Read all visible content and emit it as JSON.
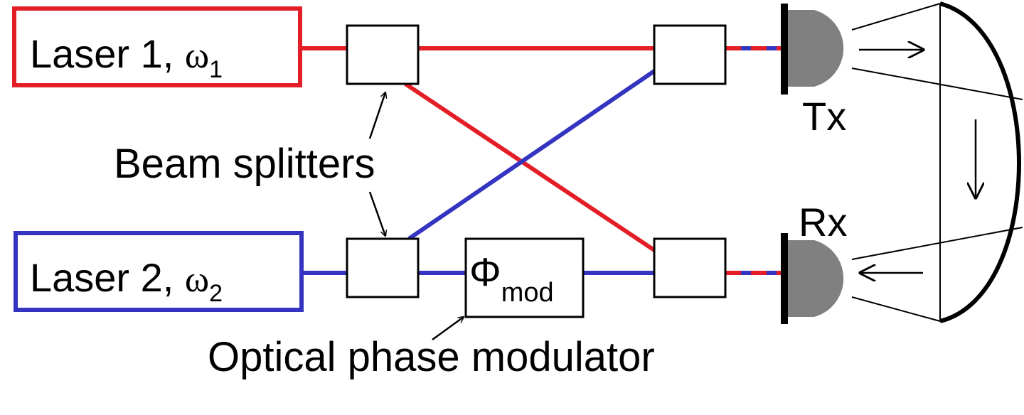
{
  "lasers": {
    "laser1": {
      "name": "Laser 1, ",
      "omega": "ω",
      "sub": "1",
      "color": "#e41e26"
    },
    "laser2": {
      "name": "Laser 2, ",
      "omega": "ω",
      "sub": "2",
      "color": "#3434c0"
    }
  },
  "labels": {
    "beam_splitters": "Beam splitters",
    "modulator_symbol": "Φ",
    "modulator_sub": "mod",
    "modulator_caption": "Optical phase modulator",
    "tx": "Tx",
    "rx": "Rx"
  },
  "colors": {
    "red_beam": "#e41e26",
    "blue_beam": "#3434c0",
    "detector": "#808080",
    "outline": "#000000"
  }
}
